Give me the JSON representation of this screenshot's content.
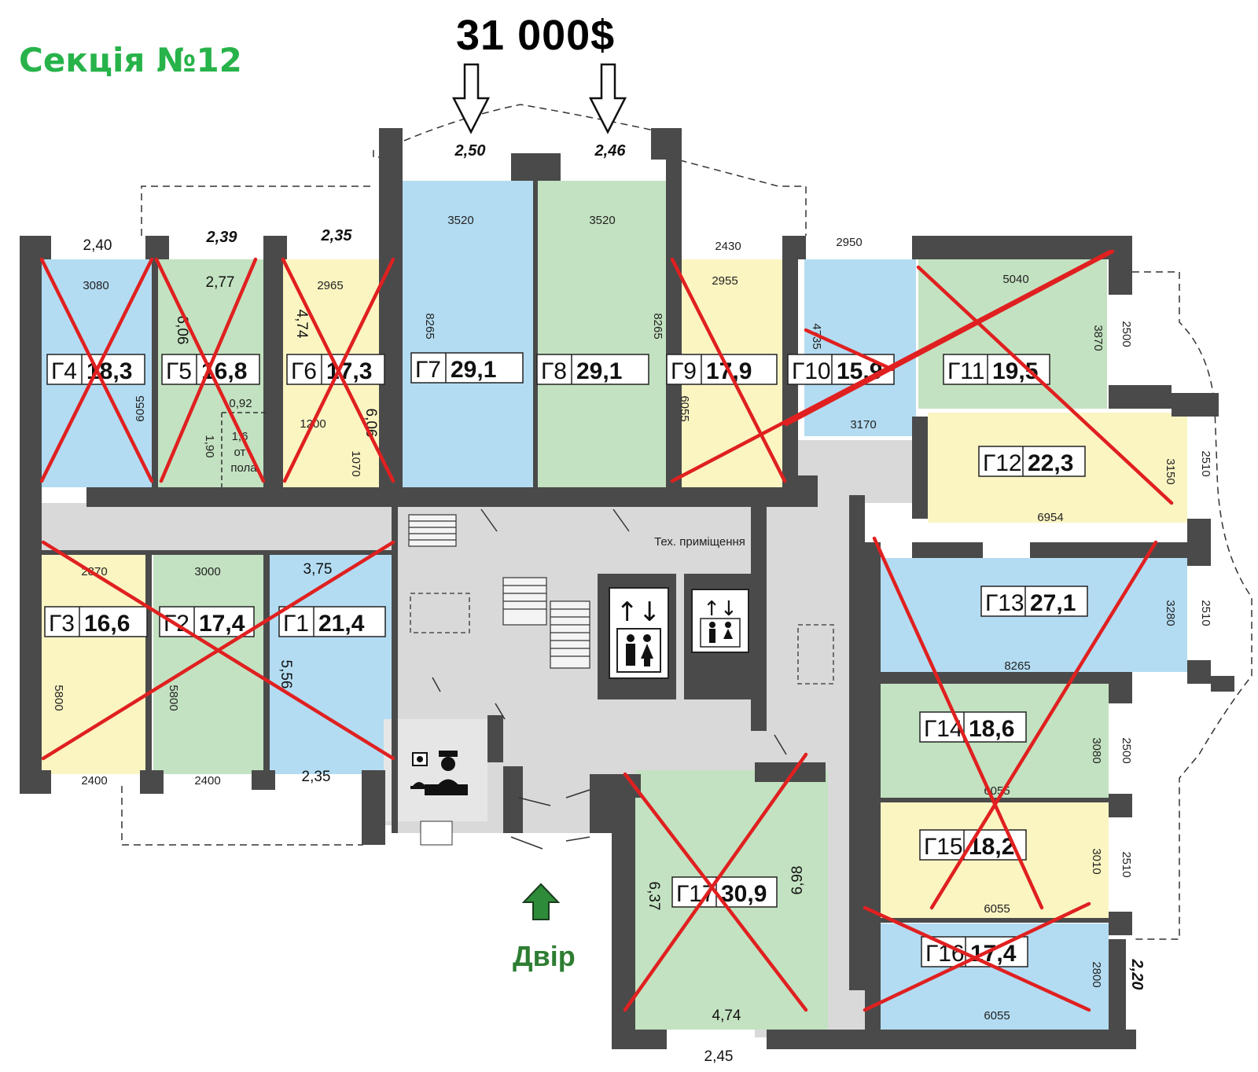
{
  "header": {
    "section_title": "Секція №12",
    "price": "31 000$"
  },
  "labels": {
    "tech_room": "Тех. приміщення",
    "yard": "Двір",
    "closet_note": [
      "1,6",
      "от",
      "пола"
    ]
  },
  "colors": {
    "blue": "#b3dcf2",
    "green": "#c3e2c1",
    "yellow": "#fbf5c2",
    "corridor": "#d9d9d9",
    "wall": "#4a4a4a",
    "cross": "#e02020",
    "title_green": "#27b34a",
    "yard_green": "#2e7d32"
  },
  "units": [
    {
      "id": "Г1",
      "area": "21,4",
      "color": "blue",
      "sold": true
    },
    {
      "id": "Г2",
      "area": "17,4",
      "color": "green",
      "sold": true
    },
    {
      "id": "Г3",
      "area": "16,6",
      "color": "yellow",
      "sold": true
    },
    {
      "id": "Г4",
      "area": "18,3",
      "color": "blue",
      "sold": true
    },
    {
      "id": "Г5",
      "area": "16,8",
      "color": "green",
      "sold": true
    },
    {
      "id": "Г6",
      "area": "17,3",
      "color": "yellow",
      "sold": true
    },
    {
      "id": "Г7",
      "area": "29,1",
      "color": "blue",
      "sold": false
    },
    {
      "id": "Г8",
      "area": "29,1",
      "color": "green",
      "sold": false
    },
    {
      "id": "Г9",
      "area": "17,9",
      "color": "yellow",
      "sold": true
    },
    {
      "id": "Г10",
      "area": "15,9",
      "color": "blue",
      "sold": true
    },
    {
      "id": "Г11",
      "area": "19,5",
      "color": "green",
      "sold": true
    },
    {
      "id": "Г12",
      "area": "22,3",
      "color": "yellow",
      "sold": true
    },
    {
      "id": "Г13",
      "area": "27,1",
      "color": "blue",
      "sold": true
    },
    {
      "id": "Г14",
      "area": "18,6",
      "color": "green",
      "sold": true
    },
    {
      "id": "Г15",
      "area": "18,2",
      "color": "yellow",
      "sold": true
    },
    {
      "id": "Г16",
      "area": "17,4",
      "color": "blue",
      "sold": true
    },
    {
      "id": "Г17",
      "area": "30,9",
      "color": "green",
      "sold": true
    }
  ],
  "dimensions": {
    "window_g7": "2,50",
    "window_g8": "2,46",
    "window_g4": "2,40",
    "window_g5": "2,39",
    "window_g6": "2,35",
    "w_g4": "3080",
    "w_g5": "2,77",
    "w_g6": "2965",
    "w_g7": "3520",
    "w_g8": "3520",
    "d_g7": "8265",
    "d_g8": "8265",
    "window_g9": "2430",
    "window_g10": "2950",
    "w_g9": "2955",
    "w_g11": "5040",
    "d_g11": "3870",
    "win_g11": "2500",
    "d_g4": "6055",
    "d_g5": "6,06",
    "d_g6a": "4,74",
    "d_g6b": "6,06",
    "closet_w": "0,92",
    "closet_d": "1,90",
    "g6_a": "1200",
    "g6_b": "1070",
    "d_g9": "6055",
    "d_g10": "4735",
    "w_g10b": "3170",
    "d_g12": "3150",
    "win_g12": "2510",
    "w_g12": "6954",
    "w_g3": "2870",
    "w_g2": "3000",
    "w_g1": "3,75",
    "d_g3": "5800",
    "d_g2": "5800",
    "d_g1": "5,56",
    "win_g3": "2400",
    "win_g2": "2400",
    "win_g1": "2,35",
    "d_g13": "3280",
    "win_g13": "2510",
    "w_g13": "8265",
    "d_g14": "3080",
    "win_g14": "2500",
    "w_g14": "6055",
    "d_g15": "3010",
    "win_g15": "2510",
    "w_g15": "6055",
    "d_g16": "2800",
    "win_g16": "2,20",
    "w_g16": "6055",
    "d_g17a": "6,37",
    "d_g17b": "6,98",
    "w_g17": "4,74",
    "win_g17": "2,45"
  }
}
